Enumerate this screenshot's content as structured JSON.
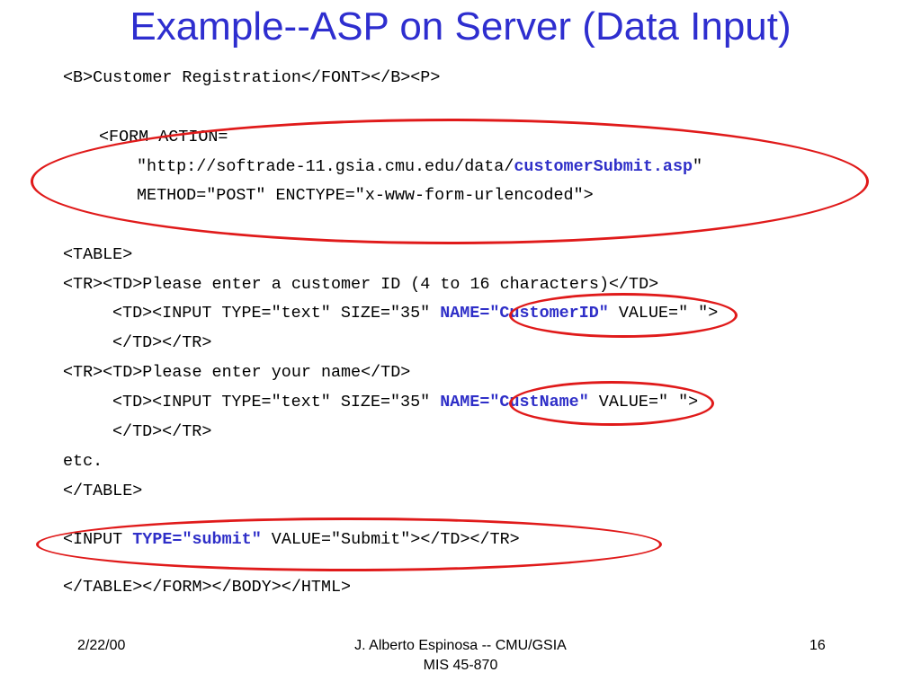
{
  "slide": {
    "title": "Example--ASP on Server (Data Input)",
    "code": {
      "line1": "<B>Customer Registration</FONT></B><P>",
      "line2": "<FORM ACTION=",
      "line3_pre": "\"http://softrade-11.gsia.cmu.edu/data/",
      "line3_hl": "customerSubmit.asp",
      "line3_post": "\"",
      "line4": "METHOD=\"POST\" ENCTYPE=\"x-www-form-urlencoded\">",
      "line5": "<TABLE>",
      "line6": "<TR><TD>Please enter a customer ID (4 to 16 characters)</TD>",
      "line7_pre": "<TD><INPUT TYPE=\"text\" SIZE=\"35\" ",
      "line7_hl": "NAME=\"CustomerID\"",
      "line7_post": " VALUE=\" \">",
      "line8": "</TD></TR>",
      "line9": "<TR><TD>Please enter your name</TD>",
      "line10_pre": "<TD><INPUT TYPE=\"text\" SIZE=\"35\" ",
      "line10_hl": "NAME=\"CustName\"",
      "line10_post": " VALUE=\" \">",
      "line11": "</TD></TR>",
      "line12": "etc.",
      "line13": "</TABLE>",
      "line14_pre": "<INPUT ",
      "line14_hl": "TYPE=\"submit\"",
      "line14_post": " VALUE=\"Submit\"></TD></TR>",
      "line15": "</TABLE></FORM></BODY></HTML>"
    },
    "highlight_color": "#2f2fc8",
    "ellipse_color": "#e01a1a",
    "title_color": "#2e2ecf"
  },
  "footer": {
    "date": "2/22/00",
    "author": "J. Alberto Espinosa -- CMU/GSIA",
    "course": "MIS 45-870",
    "page_number": "16"
  }
}
